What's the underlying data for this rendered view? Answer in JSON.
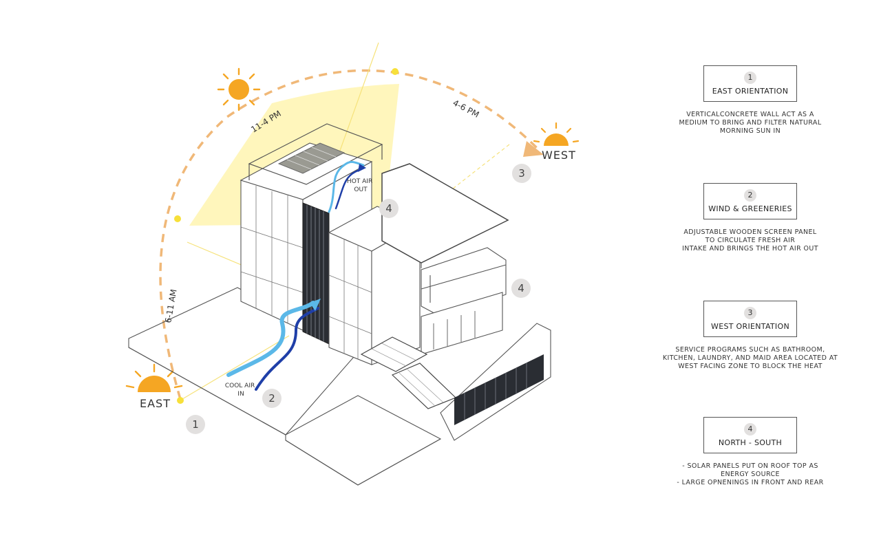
{
  "diagram": {
    "directions": {
      "east": "EAST",
      "west": "WEST"
    },
    "times": {
      "morning": "6-11 AM",
      "midday": "11-4 PM",
      "evening": "4-6 PM"
    },
    "airflow": {
      "cool": "COOL AIR\nIN",
      "hot": "HOT AIR\nOUT"
    },
    "markers": [
      "1",
      "2",
      "3",
      "4",
      "4"
    ],
    "colors": {
      "sun": "#f5a623",
      "sun_path": "#f0b878",
      "sun_zone": "#fff5b0",
      "air_cool": "#5bb8e8",
      "air_warm": "#1f3fa8"
    }
  },
  "legend": [
    {
      "num": "1",
      "title": "EAST ORIENTATION",
      "desc": "VERTICALCONCRETE WALL ACT AS A\nMEDIUM TO BRING AND FILTER NATURAL\nMORNING SUN IN"
    },
    {
      "num": "2",
      "title": "WIND & GREENERIES",
      "desc": "ADJUSTABLE WOODEN SCREEN PANEL\nTO CIRCULATE FRESH AIR\nINTAKE AND BRINGS THE HOT AIR OUT"
    },
    {
      "num": "3",
      "title": "WEST ORIENTATION",
      "desc": "SERVICE PROGRAMS SUCH AS BATHROOM,\nKITCHEN, LAUNDRY, AND MAID AREA LOCATED AT\nWEST FACING ZONE TO BLOCK THE HEAT"
    },
    {
      "num": "4",
      "title": "NORTH - SOUTH",
      "desc": "- SOLAR PANELS PUT ON ROOF TOP AS\nENERGY SOURCE\n- LARGE OPNENINGS IN FRONT AND REAR"
    }
  ]
}
